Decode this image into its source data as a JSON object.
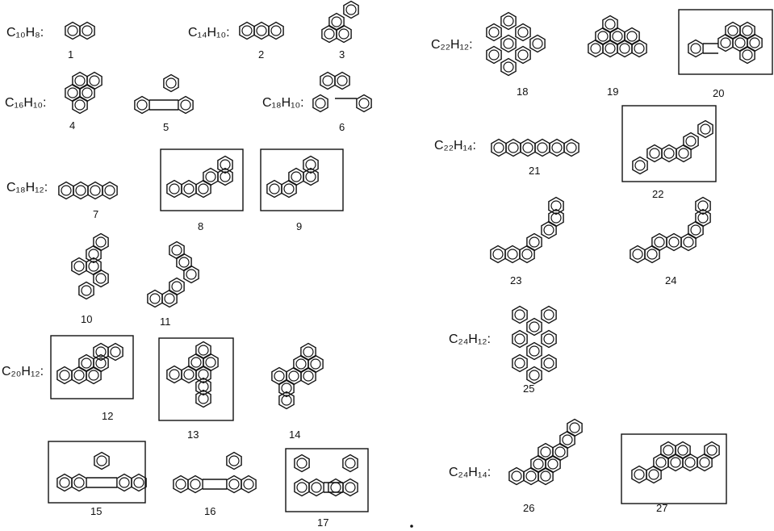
{
  "formulas": [
    {
      "text": "C₁₀H₈:"
    },
    {
      "text": "C₁₄H₁₀:"
    },
    {
      "text": "C₁₆H₁₀:"
    },
    {
      "text": "C₁₈H₁₀:"
    },
    {
      "text": "C₁₈H₁₂:"
    },
    {
      "text": "C₂₀H₁₂:"
    },
    {
      "text": "C₂₂H₁₂:"
    },
    {
      "text": "C₂₂H₁₄:"
    },
    {
      "text": "C₂₄H₁₂:"
    },
    {
      "text": "C₂₄H₁₄:"
    }
  ],
  "compounds": [
    {
      "number": "1",
      "boxed": false
    },
    {
      "number": "2",
      "boxed": false
    },
    {
      "number": "3",
      "boxed": false
    },
    {
      "number": "4",
      "boxed": false
    },
    {
      "number": "5",
      "boxed": false
    },
    {
      "number": "6",
      "boxed": false
    },
    {
      "number": "7",
      "boxed": false
    },
    {
      "number": "8",
      "boxed": true
    },
    {
      "number": "9",
      "boxed": true
    },
    {
      "number": "10",
      "boxed": false
    },
    {
      "number": "11",
      "boxed": false
    },
    {
      "number": "12",
      "boxed": true
    },
    {
      "number": "13",
      "boxed": true
    },
    {
      "number": "14",
      "boxed": false
    },
    {
      "number": "15",
      "boxed": true
    },
    {
      "number": "16",
      "boxed": false
    },
    {
      "number": "17",
      "boxed": true
    },
    {
      "number": "18",
      "boxed": false
    },
    {
      "number": "19",
      "boxed": false
    },
    {
      "number": "20",
      "boxed": true
    },
    {
      "number": "21",
      "boxed": false
    },
    {
      "number": "22",
      "boxed": true
    },
    {
      "number": "23",
      "boxed": false
    },
    {
      "number": "24",
      "boxed": false
    },
    {
      "number": "25",
      "boxed": false
    },
    {
      "number": "26",
      "boxed": false
    },
    {
      "number": "27",
      "boxed": true
    }
  ]
}
